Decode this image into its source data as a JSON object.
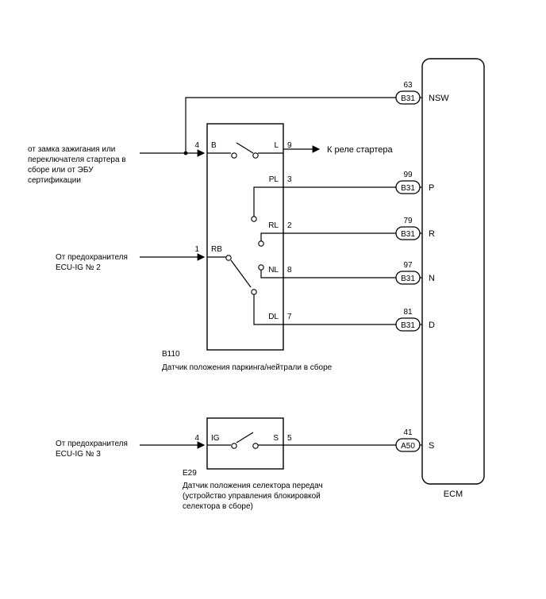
{
  "ignition_source_lines": [
    "от замка зажигания или",
    "переключателя стартера в",
    "сборе или от ЭБУ",
    "сертификации"
  ],
  "fuse_source_1_lines": [
    "От предохранителя",
    "ECU-IG № 2"
  ],
  "fuse_source_2_lines": [
    "От предохранителя",
    "ECU-IG № 3"
  ],
  "starter_relay_label": "К реле стартера",
  "b110": {
    "code": "B110",
    "name": "Датчик положения паркинга/нейтрали в сборе",
    "pins": {
      "b_num": "4",
      "b_name": "B",
      "l_num": "9",
      "l_name": "L",
      "pl_num": "3",
      "pl_name": "PL",
      "rl_num": "2",
      "rl_name": "RL",
      "rb_num": "1",
      "rb_name": "RB",
      "nl_num": "8",
      "nl_name": "NL",
      "dl_num": "7",
      "dl_name": "DL"
    }
  },
  "e29": {
    "code": "E29",
    "name_lines": [
      "Датчик положения селектора передач",
      "(устройство управления блокировкой",
      "селектора в сборе)"
    ],
    "pins": {
      "ig_num": "4",
      "ig_name": "IG",
      "s_num": "5",
      "s_name": "S"
    }
  },
  "ecm": {
    "label": "ECM",
    "connectors": [
      {
        "pin": "63",
        "conn": "B31",
        "signal": "NSW"
      },
      {
        "pin": "99",
        "conn": "B31",
        "signal": "P"
      },
      {
        "pin": "79",
        "conn": "B31",
        "signal": "R"
      },
      {
        "pin": "97",
        "conn": "B31",
        "signal": "N"
      },
      {
        "pin": "81",
        "conn": "B31",
        "signal": "D"
      },
      {
        "pin": "41",
        "conn": "A50",
        "signal": "S"
      }
    ]
  }
}
